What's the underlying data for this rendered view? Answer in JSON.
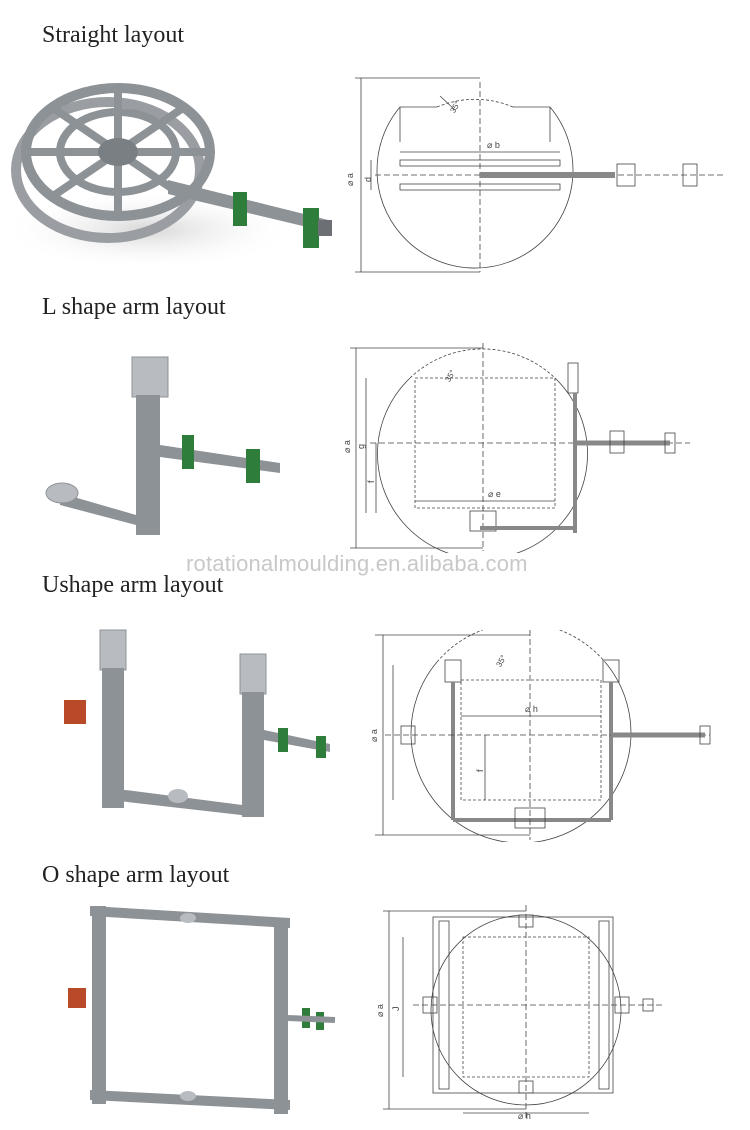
{
  "sections": [
    {
      "title": "Straight layout",
      "labels": {
        "a": "⌀ a",
        "b": "⌀ b",
        "d": "d",
        "r": "35°"
      }
    },
    {
      "title": "L shape arm layout",
      "labels": {
        "a": "⌀ a",
        "g": "g",
        "f": "f",
        "e": "⌀ e",
        "r": "35°"
      }
    },
    {
      "title": "Ushape arm layout",
      "labels": {
        "a": "⌀ a",
        "h": "⌀ h",
        "f": "f",
        "r": "35°"
      }
    },
    {
      "title": "O shape arm layout",
      "labels": {
        "a": "⌀ a",
        "j": "J",
        "h": "⌀ h"
      }
    }
  ],
  "watermark": "rotationalmoulding.en.alibaba.com",
  "colors": {
    "frame": "#8d9296",
    "frame_light": "#b8bcc0",
    "bearing": "#2f7d3a",
    "motor": "#b84a2a",
    "line": "#444444"
  }
}
